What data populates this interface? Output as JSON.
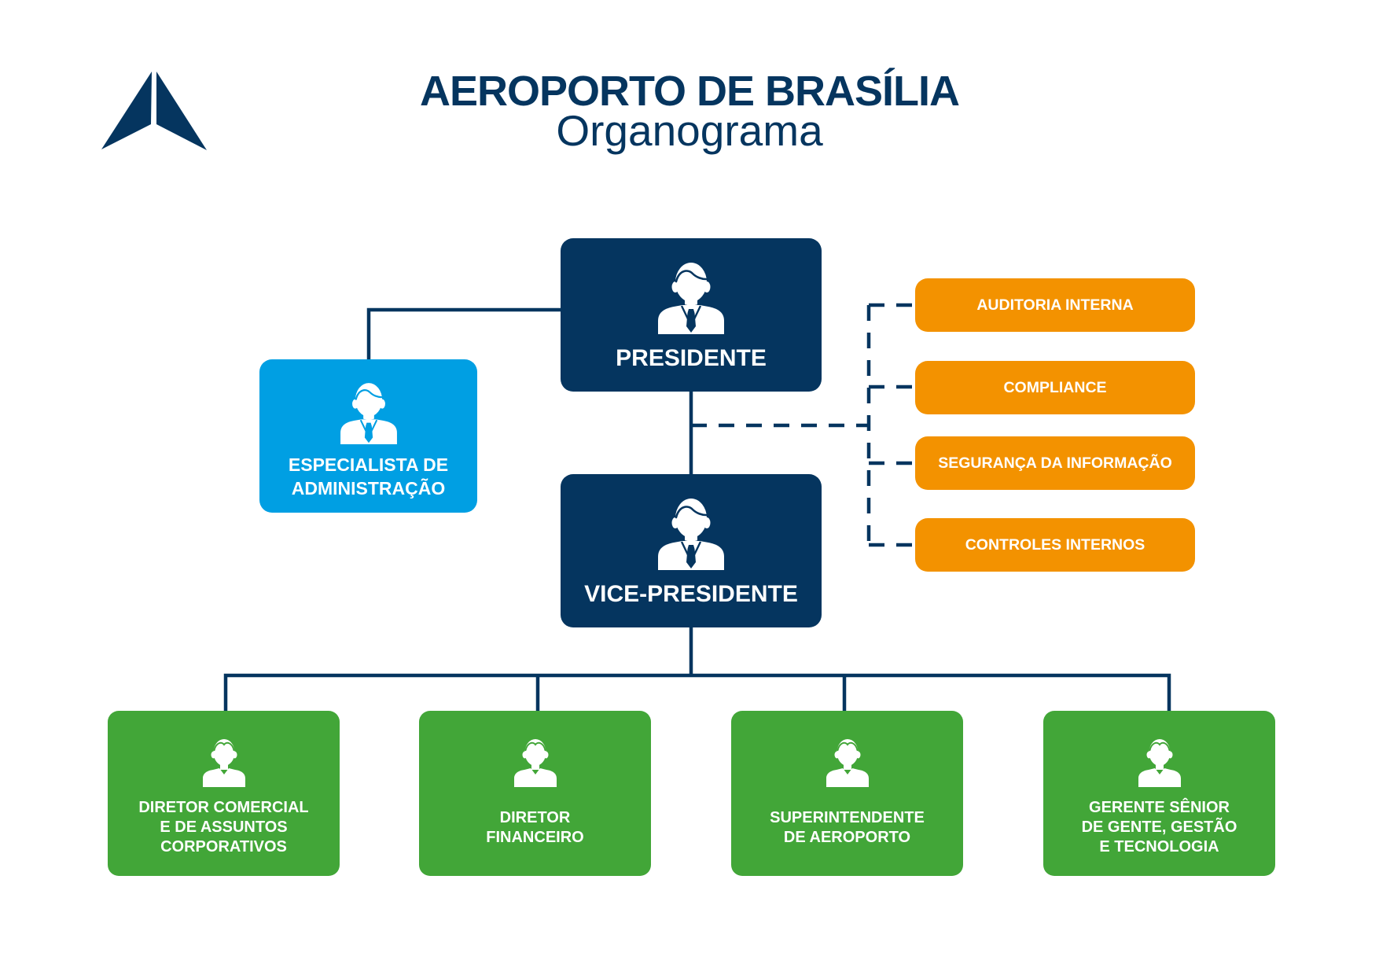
{
  "header": {
    "logo_icon": "arrowhead-logo-icon",
    "title": "AEROPORTO DE BRASÍLIA",
    "subtitle": "Organograma"
  },
  "colors": {
    "navy": "#05355f",
    "light_blue": "#009fe3",
    "orange": "#f39200",
    "green": "#42a638"
  },
  "org": {
    "president": {
      "label": "PRESIDENTE",
      "icon": "person-suit-icon",
      "advisor": {
        "lines": [
          "ESPECIALISTA DE",
          "ADMINISTRAÇÃO"
        ],
        "icon": "person-suit-icon"
      },
      "staff_units": [
        {
          "label": "AUDITORIA INTERNA"
        },
        {
          "label": "COMPLIANCE"
        },
        {
          "label": "SEGURANÇA DA INFORMAÇÃO"
        },
        {
          "label": "CONTROLES INTERNOS"
        }
      ],
      "vice_president": {
        "label": "VICE-PRESIDENTE",
        "icon": "person-suit-icon",
        "directs": [
          {
            "lines": [
              "DIRETOR COMERCIAL",
              "E DE ASSUNTOS",
              "CORPORATIVOS"
            ],
            "icon": "person-icon"
          },
          {
            "lines": [
              "DIRETOR",
              "FINANCEIRO"
            ],
            "icon": "person-icon"
          },
          {
            "lines": [
              "SUPERINTENDENTE",
              "DE AEROPORTO"
            ],
            "icon": "person-icon"
          },
          {
            "lines": [
              "GERENTE SÊNIOR",
              "DE GENTE, GESTÃO",
              "E TECNOLOGIA"
            ],
            "icon": "person-icon"
          }
        ]
      }
    }
  }
}
